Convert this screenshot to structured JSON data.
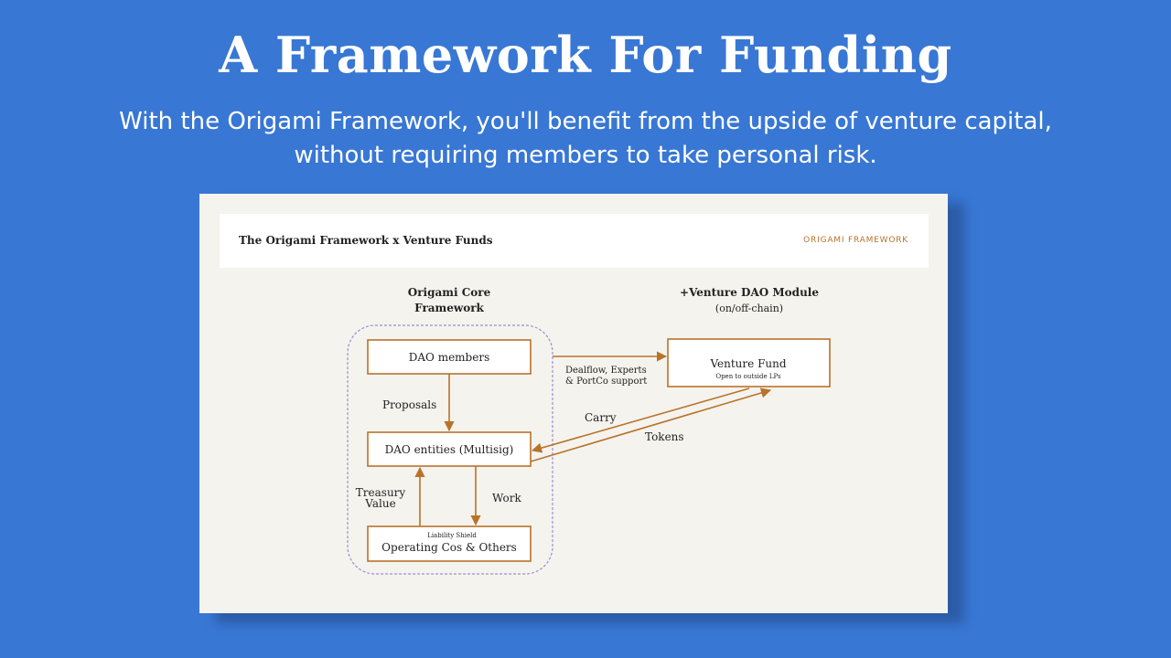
{
  "page": {
    "headline": "A Framework For Funding",
    "subtitle_line1": "With the Origami Framework, you'll benefit from the upside of venture capital,",
    "subtitle_line2": "without requiring members to take personal risk."
  },
  "slide": {
    "title": "The Origami Framework x Venture Funds",
    "brand": "ORIGAMI FRAMEWORK"
  },
  "diagram": {
    "core_heading_line1": "Origami Core",
    "core_heading_line2": "Framework",
    "module_heading_line1": "+Venture DAO Module",
    "module_heading_line2": "(on/off-chain)",
    "nodes": {
      "dao_members": "DAO members",
      "dao_entities": "DAO entities (Multisig)",
      "operating_caption": "Liability Shield",
      "operating": "Operating Cos & Others",
      "venture_fund": "Venture Fund",
      "venture_fund_caption": "Open to outside LPs"
    },
    "edges": {
      "proposals": "Proposals",
      "dealflow_line1": "Dealflow, Experts",
      "dealflow_line2": "& PortCo support",
      "carry": "Carry",
      "tokens": "Tokens",
      "treasury_line1": "Treasury",
      "treasury_line2": "Value",
      "work": "Work"
    },
    "colors": {
      "accent": "#b8732a",
      "group_border": "#9b8ed0",
      "background": "#3877d4"
    }
  }
}
